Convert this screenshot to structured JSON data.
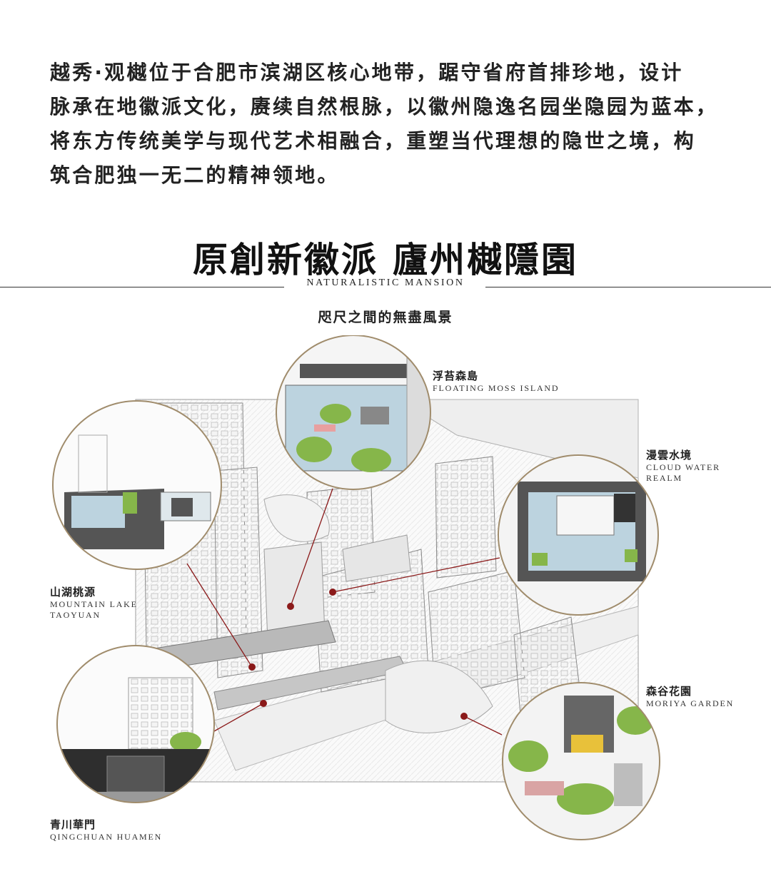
{
  "intro": {
    "lines": [
      "越秀·观樾位于合肥市滨湖区核心地带，踞守省府首排珍地，设计",
      "脉承在地徽派文化，赓续自然根脉，以徽州隐逸名园坐隐园为蓝本，",
      "将东方传统美学与现代艺术相融合，重塑当代理想的隐世之境，构",
      "筑合肥独一无二的精神领地。"
    ]
  },
  "header": {
    "title": "原創新徽派  廬州樾隱園",
    "subtitle_en": "NATURALISTIC MANSION",
    "subtitle_cn": "咫尺之間的無盡風景"
  },
  "callouts": [
    {
      "cn": "浮苔森島",
      "en": [
        "FLOATING MOSS ISLAND"
      ]
    },
    {
      "cn": "漫雲水境",
      "en": [
        "CLOUD WATER",
        "REALM"
      ]
    },
    {
      "cn": "山湖桃源",
      "en": [
        "MOUNTAIN LAKE",
        "TAOYUAN"
      ]
    },
    {
      "cn": "森谷花園",
      "en": [
        "MORIYA GARDEN"
      ]
    },
    {
      "cn": "青川華門",
      "en": [
        "QINGCHUAN HUAMEN"
      ]
    }
  ],
  "colors": {
    "accent": "#8b1a1a",
    "circle_border": "#a08c6c",
    "water": "#bcd3df",
    "lawn": "#86b64a",
    "building_dark": "#555555"
  }
}
